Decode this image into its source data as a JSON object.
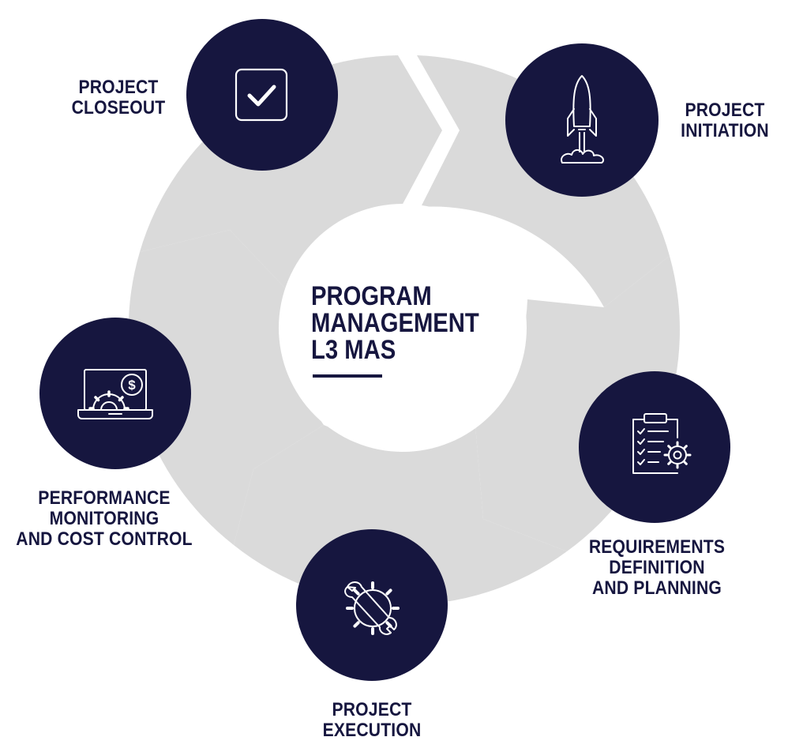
{
  "center": {
    "title_lines": [
      "PROGRAM",
      "MANAGEMENT",
      "L3 MAS"
    ]
  },
  "stages": [
    {
      "id": "initiation",
      "label_lines": [
        "PROJECT",
        "INITIATION"
      ],
      "icon": "rocket-icon"
    },
    {
      "id": "requirements",
      "label_lines": [
        "REQUIREMENTS",
        "DEFINITION",
        "AND PLANNING"
      ],
      "icon": "clipboard-gear-icon"
    },
    {
      "id": "execution",
      "label_lines": [
        "PROJECT",
        "EXECUTION"
      ],
      "icon": "wrench-gear-icon"
    },
    {
      "id": "performance",
      "label_lines": [
        "PERFORMANCE",
        "MONITORING",
        "AND COST CONTROL"
      ],
      "icon": "laptop-gear-dollar-icon"
    },
    {
      "id": "closeout",
      "label_lines": [
        "PROJECT",
        "CLOSEOUT"
      ],
      "icon": "checkbox-icon"
    }
  ],
  "colors": {
    "navy": "#16163f",
    "ring_gray": "#dadada",
    "background": "#ffffff",
    "icon_stroke": "#ffffff"
  }
}
